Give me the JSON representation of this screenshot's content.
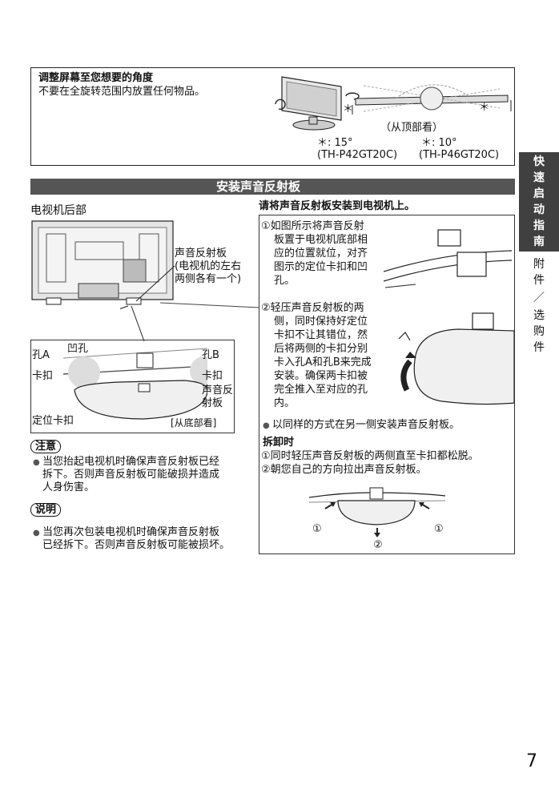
{
  "angle_box": {
    "title": "调整屏幕至您想要的角度",
    "desc": "不要在全旋转范围内放置任何物品。",
    "top_view_label": "（从顶部看）",
    "mark": "＊",
    "left_angle": "＊: 15°",
    "left_model": "(TH-P42GT20C)",
    "right_angle": "＊: 10°",
    "right_model": "(TH-P46GT20C)"
  },
  "section": {
    "title": "安装声音反射板"
  },
  "left": {
    "rear_title": "电视机后部",
    "reflector_label_1": "声音反射板",
    "reflector_label_2": "(电视机的左右",
    "reflector_label_3": "两侧各有一个)",
    "hole_concave": "凹孔",
    "hole_a": "孔A",
    "hole_b": "孔B",
    "clip_left": "卡扣",
    "clip_right": "卡扣",
    "reflector_short_1": "声音反",
    "reflector_short_2": "射板",
    "locating_clip": "定位卡扣",
    "bottom_view": "[从底部看]",
    "caution_label": "注意",
    "caution_lines": [
      "当您抬起电视机时确保声音反射板已经",
      "拆下。否则声音反射板可能破损并造成",
      "人身伤害。"
    ],
    "note_label": "说明",
    "note_lines": [
      "当您再次包装电视机时确保声音反射板",
      "已经拆下。否则声音反射板可能被损坏。"
    ]
  },
  "right": {
    "heading": "请将声音反射板安装到电视机上。",
    "step1_lines": [
      "①如图所示将声音反射",
      "板置于电视机底部相",
      "应的位置就位，对齐",
      "图示的定位卡扣和凹",
      "孔。"
    ],
    "step2_lines": [
      "②轻压声音反射板的两",
      "侧，同时保持好定位",
      "卡扣不让其错位，然",
      "后将两侧的卡扣分别",
      "卡入孔A和孔B来完成",
      "安装。确保两卡扣被",
      "完全推入至对应的孔",
      "内。"
    ],
    "other_side": "以同样的方式在另一侧安装声音反射板。",
    "removal_title": "拆卸时",
    "removal_1": "①同时轻压声音反射板的两侧直至卡扣都松脱。",
    "removal_2": "②朝您自己的方向拉出声音反射板。",
    "fig_num_1": "①",
    "fig_num_2": "②"
  },
  "side_tab": {
    "dark_chars": [
      "快",
      "速",
      "启",
      "动",
      "指",
      "南"
    ],
    "light_chars": [
      "附",
      "件",
      "／",
      "选",
      "购",
      "件"
    ]
  },
  "page_number": "7"
}
